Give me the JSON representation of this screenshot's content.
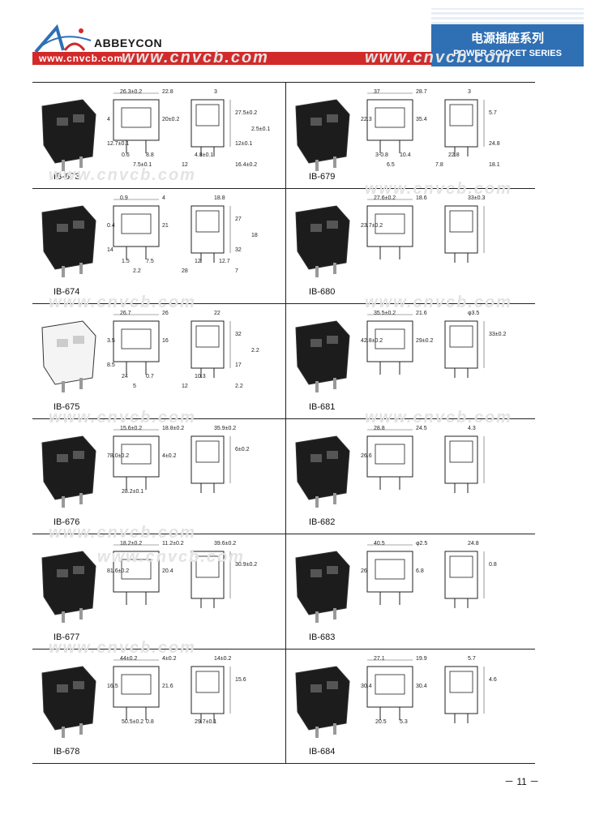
{
  "header": {
    "brand": "ABBEYCON",
    "url": "www.cnvcb.com",
    "title_cn": "电源插座系列",
    "title_en": "POWER SOCKET SERIES",
    "watermark": "www.cnvcb.com"
  },
  "products": [
    {
      "model": "IB-673",
      "dims": [
        "26.3±0.2",
        "22.8",
        "3",
        "4",
        "20±0.2",
        "27.5±0.2",
        "0.6",
        "8.8",
        "4.8±0.1",
        "12±0.1",
        "7.5±0.1",
        "12",
        "16.4±0.2",
        "2.5±0.1",
        "12.7±0.1"
      ]
    },
    {
      "model": "IB-679",
      "dims": [
        "37",
        "28.7",
        "3",
        "22.3",
        "35.4",
        "5.7",
        "3-0.8",
        "10.4",
        "22.8",
        "24.8",
        "6.5",
        "7.8",
        "18.1"
      ]
    },
    {
      "model": "IB-674",
      "dims": [
        "0.9",
        "4",
        "18.8",
        "0.4",
        "21",
        "27",
        "1.5",
        "7.5",
        "12",
        "32",
        "2.2",
        "28",
        "7",
        "18",
        "14",
        "12.7"
      ]
    },
    {
      "model": "IB-680",
      "dims": [
        "27.6±0.2",
        "18.6",
        "33±0.3",
        "23.7±0.2"
      ]
    },
    {
      "model": "IB-675",
      "dims": [
        "26.7",
        "26",
        "22",
        "3.5",
        "16",
        "32",
        "24",
        "0.7",
        "10.3",
        "17",
        "5",
        "12",
        "2.2",
        "2.2",
        "8.5"
      ]
    },
    {
      "model": "IB-681",
      "dims": [
        "35.5±0.2",
        "21.6",
        "φ3.5",
        "42.8±0.2",
        "29±0.2",
        "33±0.2"
      ]
    },
    {
      "model": "IB-676",
      "dims": [
        "15.6±0.2",
        "18.8±0.2",
        "35.9±0.2",
        "78.0±0.2",
        "4±0.2",
        "6±0.2",
        "28.2±0.1"
      ]
    },
    {
      "model": "IB-682",
      "dims": [
        "28.8",
        "24.5",
        "4.3",
        "26.6"
      ]
    },
    {
      "model": "IB-677",
      "dims": [
        "18.2±0.2",
        "11.2±0.2",
        "39.6±0.2",
        "81.6±0.2",
        "20.4",
        "30.9±0.2"
      ]
    },
    {
      "model": "IB-683",
      "dims": [
        "40.5",
        "φ2.5",
        "24.8",
        "26",
        "6.8",
        "0.8"
      ]
    },
    {
      "model": "IB-678",
      "dims": [
        "44±0.2",
        "4±0.2",
        "14±0.2",
        "16.5",
        "21.6",
        "15.6",
        "50.5±0.2",
        "0.8",
        "29.7±0.1"
      ]
    },
    {
      "model": "IB-684",
      "dims": [
        "27.1",
        "19.9",
        "5.7",
        "30.4",
        "30.4",
        "4.6",
        "20.5",
        "5.3"
      ]
    }
  ],
  "page": {
    "number": "－ 11 －"
  },
  "colors": {
    "red": "#d22a2a",
    "blue": "#2f6fb4"
  }
}
